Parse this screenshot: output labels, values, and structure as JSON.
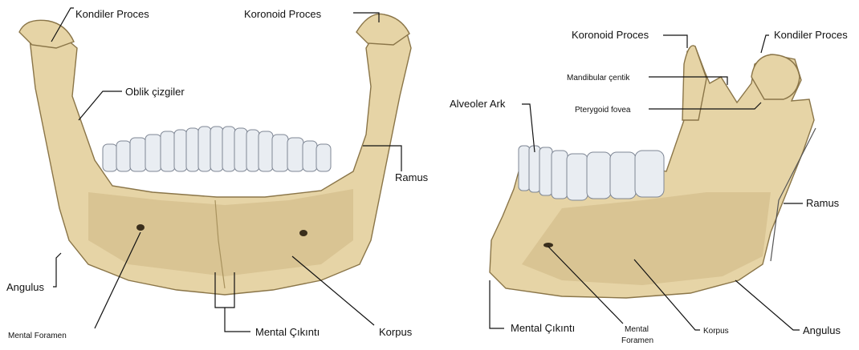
{
  "front_view": {
    "labels": {
      "condylar_process": "Kondiler Proces",
      "coronoid_process": "Koronoid Proces",
      "oblique_line": "Oblik çizgiler",
      "ramus": "Ramus",
      "angle": "Angulus",
      "mental_foramen": "Mental Foramen",
      "mental_protuberance": "Mental Çıkıntı",
      "body": "Korpus"
    }
  },
  "side_view": {
    "labels": {
      "coronoid_process": "Koronoid Proces",
      "condylar_process": "Kondiler Proces",
      "mandibular_notch": "Mandibular çentik",
      "pterygoid_fovea": "Pterygoid fovea",
      "alveolar_arch": "Alveoler Ark",
      "ramus": "Ramus",
      "mental_protuberance": "Mental Çıkıntı",
      "mental_foramen_line1": "Mental",
      "mental_foramen_line2": "Foramen",
      "body": "Korpus",
      "angle": "Angulus"
    }
  },
  "colors": {
    "bone": "#e6d4a6",
    "bone_outline": "#8a7548",
    "teeth": "#e9edf2",
    "label_text": "#111111"
  }
}
